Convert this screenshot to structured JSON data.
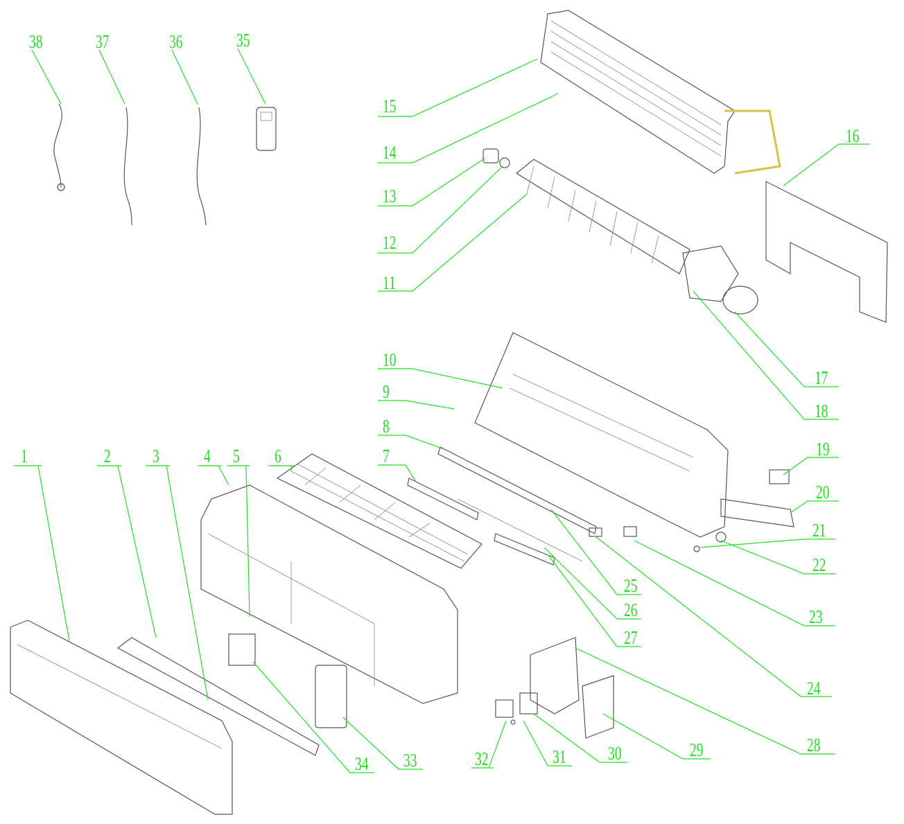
{
  "diagram": {
    "type": "exploded-parts-view",
    "leader_color": "#22dd22",
    "callouts": [
      "1",
      "2",
      "3",
      "4",
      "5",
      "6",
      "7",
      "8",
      "9",
      "10",
      "11",
      "12",
      "13",
      "14",
      "15",
      "16",
      "17",
      "18",
      "19",
      "20",
      "21",
      "22",
      "23",
      "24",
      "25",
      "26",
      "27",
      "28",
      "29",
      "30",
      "31",
      "32",
      "33",
      "34",
      "35",
      "36",
      "37",
      "38"
    ]
  }
}
